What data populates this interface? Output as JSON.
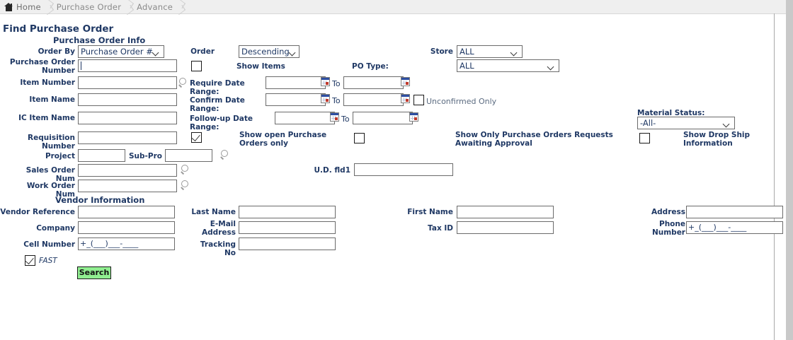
{
  "breadcrumb": {
    "home_icon": "home-icon",
    "items": [
      "Home",
      "Purchase Order",
      "Advance"
    ]
  },
  "page": {
    "title": "Find Purchase Order"
  },
  "sections": {
    "po_info": "Purchase Order Info",
    "vendor_info": "Vendor Information"
  },
  "po_info": {
    "order_by_label": "Order By",
    "order_by_value": "Purchase Order #",
    "order_label": "Order",
    "order_value": "Descending",
    "store_label": "Store",
    "store_value": "ALL",
    "store_type_value": "ALL",
    "po_number_label": "Purchase Order Number",
    "po_number_value": "",
    "show_items_label": "Show Items",
    "po_type_label": "PO Type:",
    "item_number_label": "Item Number",
    "item_number_value": "",
    "item_name_label": "Item Name",
    "item_name_value": "",
    "ic_item_name_label": "IC Item Name",
    "ic_item_name_value": "",
    "requisition_number_label": "Requisition Number",
    "requisition_number_value": "",
    "project_label": "Project",
    "project_value": "",
    "sub_pro_label": "Sub-Pro",
    "sub_pro_value": "",
    "sales_order_label": "Sales Order Num",
    "sales_order_value": "",
    "work_order_label": "Work Order Num",
    "work_order_value": "",
    "require_date_label": "Require Date Range:",
    "require_date_from": "",
    "require_date_to": "",
    "confirm_date_label": "Confirm Date Range:",
    "confirm_date_from": "",
    "confirm_date_to": "",
    "followup_date_label": "Follow-up Date Range:",
    "followup_date_from": "",
    "followup_date_to": "",
    "to_label": "To",
    "unconfirmed_only_label": "Unconfirmed Only",
    "show_open_po_label": "Show open Purchase Orders only",
    "show_awaiting_label": "Show Only Purchase Orders Requests Awaiting Approval",
    "material_status_label": "Material Status:",
    "material_status_value": "-All-",
    "show_drop_ship_label": "Show Drop Ship Information",
    "ud_fld1_label": "U.D. fld1",
    "ud_fld1_value": ""
  },
  "vendor": {
    "vendor_reference_label": "Vendor Reference",
    "vendor_reference_value": "",
    "company_label": "Company",
    "company_value": "",
    "cell_number_label": "Cell Number",
    "cell_number_value": "+_(___)___-____",
    "last_name_label": "Last Name",
    "last_name_value": "",
    "email_label": "E-Mail Address",
    "email_value": "",
    "tracking_no_label": "Tracking No",
    "tracking_no_value": "",
    "first_name_label": "First Name",
    "first_name_value": "",
    "tax_id_label": "Tax ID",
    "tax_id_value": "",
    "address_label": "Address",
    "address_value": "",
    "phone_label": "Phone Number",
    "phone_value": "+_(___)___-____"
  },
  "footer": {
    "fast_label": "FAST",
    "search_label": "Search"
  },
  "colors": {
    "label_navy": "#1f3864",
    "search_green": "#90ee90",
    "breadcrumb_bg": "#efefef",
    "muted_text": "#8a8a8a"
  }
}
